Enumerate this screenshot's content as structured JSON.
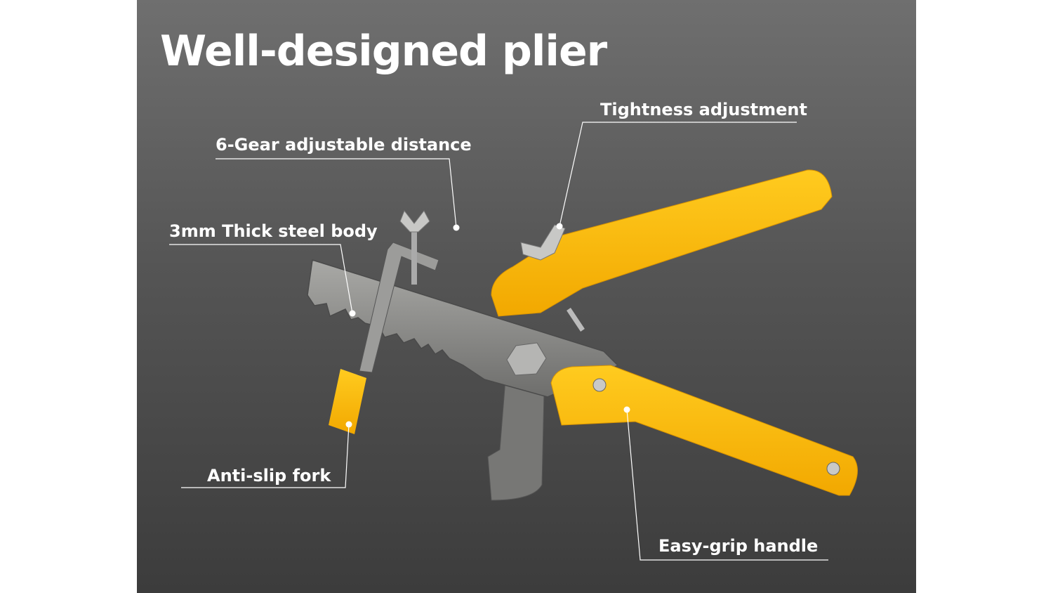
{
  "title": "Well-designed plier",
  "callouts": {
    "tightness": "Tightness adjustment",
    "gear": "6-Gear adjustable distance",
    "steel": "3mm Thick steel body",
    "fork": "Anti-slip fork",
    "handle": "Easy-grip handle"
  },
  "colors": {
    "handle": "#f9b90a",
    "steel": "#8a8a88",
    "background": "#555555"
  }
}
